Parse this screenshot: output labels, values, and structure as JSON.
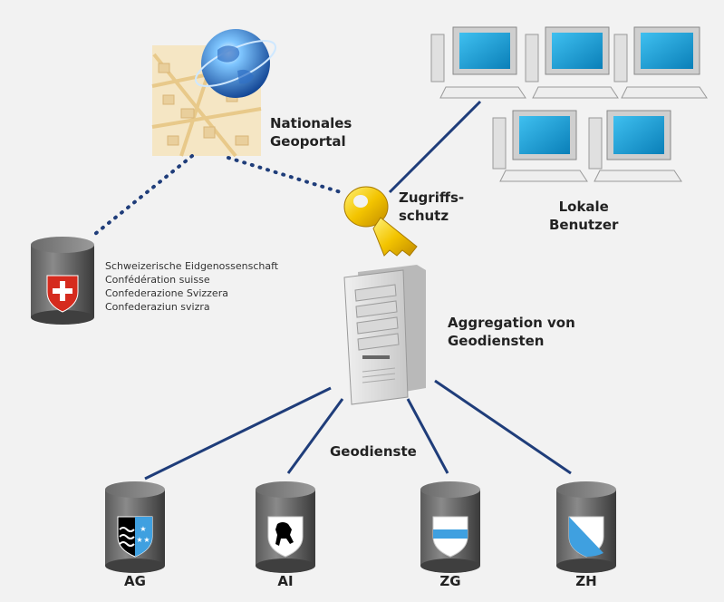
{
  "labels": {
    "portal": [
      "Nationales",
      "Geoportal"
    ],
    "access": [
      "Zugriffs-",
      "schutz"
    ],
    "users": [
      "Lokale",
      "Benutzer"
    ],
    "aggregation": [
      "Aggregation von",
      "Geodiensten"
    ],
    "geodienste": "Geodienste"
  },
  "federal": {
    "lines": [
      "Schweizerische Eidgenossenschaft",
      "Confédération suisse",
      "Confederazione Svizzera",
      "Confederaziun svizra"
    ]
  },
  "cantons": [
    "AG",
    "AI",
    "ZG",
    "ZH"
  ],
  "colors": {
    "line_blue": "#1f3d7a",
    "swiss_red": "#d52b1e",
    "key_yellow": "#f3c400",
    "monitor_blue": "#1aa0d8"
  }
}
